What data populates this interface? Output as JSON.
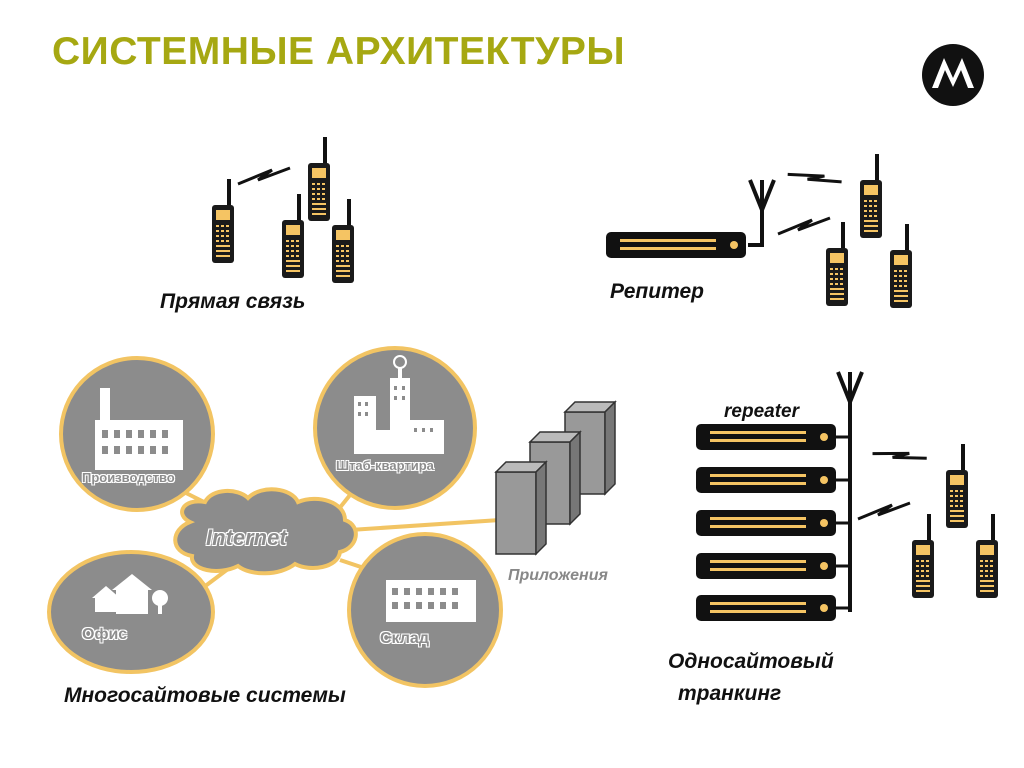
{
  "title": "СИСТЕМНЫЕ АРХИТЕКТУРЫ",
  "logo_icon": "motorola-logo-icon",
  "colors": {
    "title": "#a6a812",
    "accent": "#f5c463",
    "radio_body": "#1a1a1a",
    "bubble": "#8c8c8c",
    "bubble_border": "#f2c463"
  },
  "sections": {
    "direct": {
      "label": "Прямая связь"
    },
    "repeater": {
      "label": "Репитер"
    },
    "multisite": {
      "label": "Многосайтовые системы",
      "sites": {
        "production": "Производство",
        "headquarters": "Штаб-квартира",
        "office": "Офис",
        "warehouse": "Склад"
      },
      "cloud": "Internet",
      "servers_label": "Приложения"
    },
    "trunking": {
      "label_line1": "Односайтовый",
      "label_line2": "транкинг",
      "repeater_label": "repeater"
    }
  }
}
